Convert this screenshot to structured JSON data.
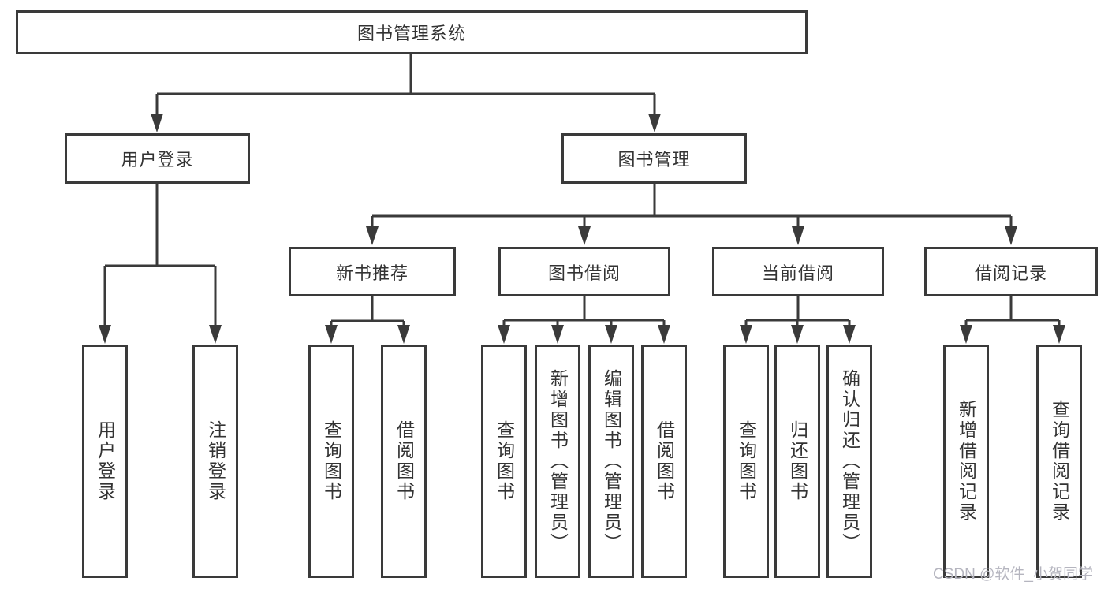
{
  "tree": {
    "root": {
      "label": "图书管理系统",
      "children": [
        {
          "label": "用户登录",
          "children": [
            {
              "label": "用户登录"
            },
            {
              "label": "注销登录"
            }
          ]
        },
        {
          "label": "图书管理",
          "children": [
            {
              "label": "新书推荐",
              "children": [
                {
                  "label": "查询图书"
                },
                {
                  "label": "借阅图书"
                }
              ]
            },
            {
              "label": "图书借阅",
              "children": [
                {
                  "label": "查询图书"
                },
                {
                  "label": "新增图书（管理员）"
                },
                {
                  "label": "编辑图书（管理员）"
                },
                {
                  "label": "借阅图书"
                }
              ]
            },
            {
              "label": "当前借阅",
              "children": [
                {
                  "label": "查询图书"
                },
                {
                  "label": "归还图书"
                },
                {
                  "label": "确认归还（管理员）"
                }
              ]
            },
            {
              "label": "借阅记录",
              "children": [
                {
                  "label": "新增借阅记录"
                },
                {
                  "label": "查询借阅记录"
                }
              ]
            }
          ]
        }
      ]
    }
  },
  "watermark": "CSDN @软件_小贺同学",
  "colors": {
    "line": "#3a3a3a",
    "text": "#333333",
    "watermark": "#b5b5bf",
    "bg": "#ffffff"
  }
}
